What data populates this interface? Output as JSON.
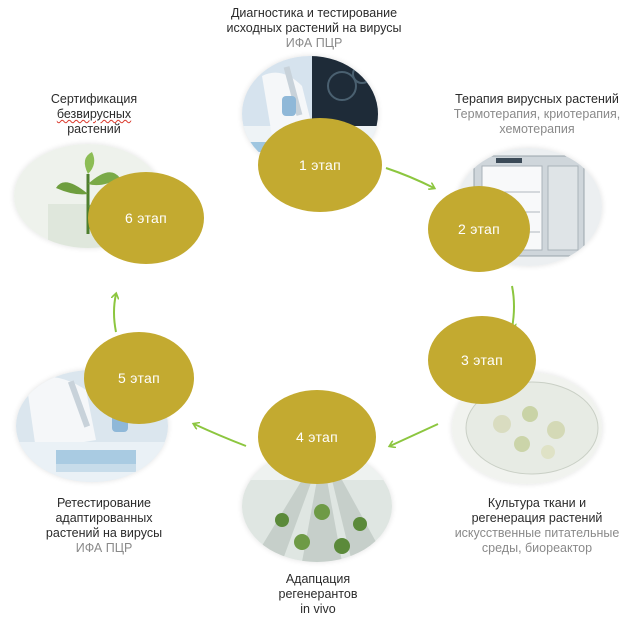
{
  "colors": {
    "stage_fill": "#c3aa30",
    "arrow": "#8cc63f",
    "caption_sub": "#8a8a8a"
  },
  "stages": [
    {
      "label": "1 этап",
      "title": "Диагностика и тестирование исходных растений на вирусы",
      "title_lines": [
        "Диагностика и тестирование",
        "исходных растений на вирусы"
      ],
      "sub_lines": [
        "ИФА ПЦР"
      ],
      "photo": "lab-pipette-photo"
    },
    {
      "label": "2 этап",
      "title_lines": [
        "Терапия вирусных растений"
      ],
      "sub_lines": [
        "Термотерапия, криотерапия,",
        "хемотерапия"
      ],
      "photo": "thermal-chamber-photo"
    },
    {
      "label": "3 этап",
      "title_lines": [
        "Культура ткани и",
        "регенерация растений"
      ],
      "sub_lines": [
        "искусственные питательные",
        "среды, биореактор"
      ],
      "photo": "tissue-culture-dish-photo"
    },
    {
      "label": "4 этап",
      "title_lines": [
        "Адапцация",
        "регенерантов",
        "in vivo"
      ],
      "sub_lines": [],
      "photo": "greenhouse-seedlings-photo"
    },
    {
      "label": "5 этап",
      "title_lines": [
        "Ретестирование",
        "адаптированных",
        "растений на вирусы"
      ],
      "sub_lines": [
        "ИФА ПЦР"
      ],
      "photo": "lab-pipette-photo"
    },
    {
      "label": "6 этап",
      "title_lines": [
        "Сертификация",
        "безвирусных",
        "растений"
      ],
      "sub_lines": [],
      "photo": "plant-sprout-photo"
    }
  ]
}
